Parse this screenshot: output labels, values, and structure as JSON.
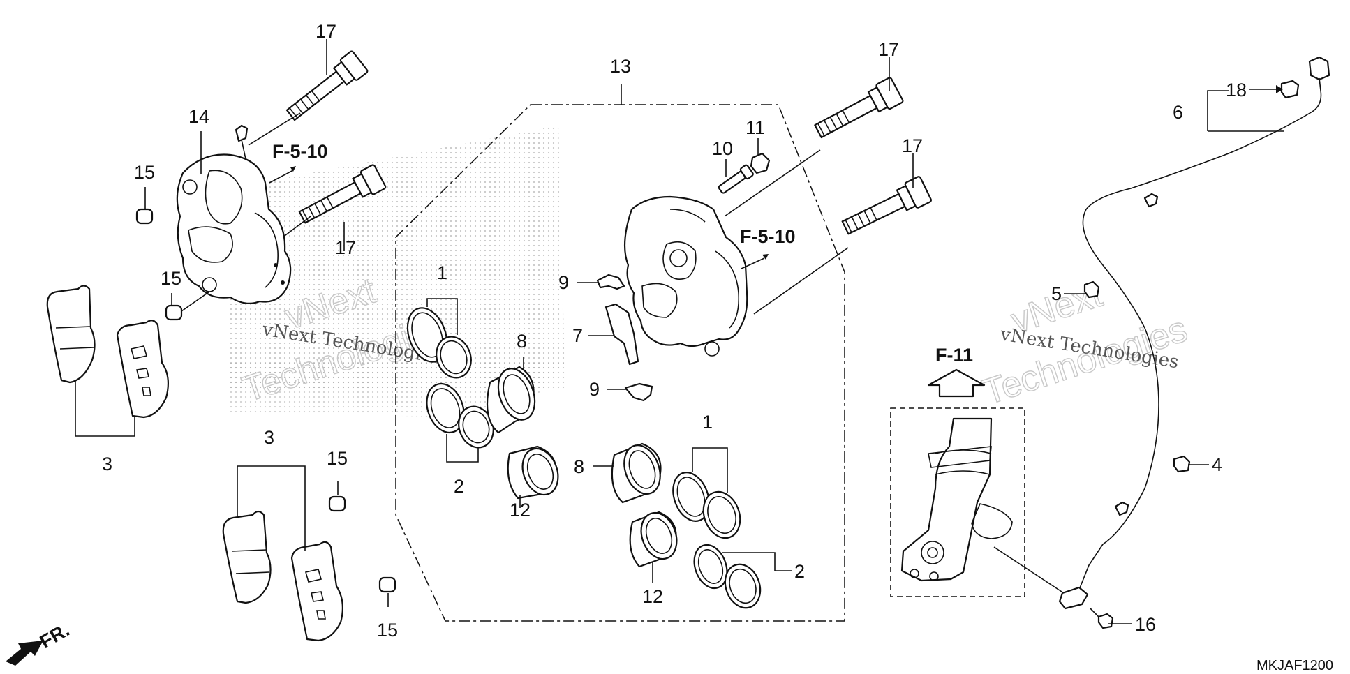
{
  "diagram": {
    "callouts": {
      "c1a": "1",
      "c1b": "1",
      "c2a": "2",
      "c2b": "2",
      "c3a": "3",
      "c3b": "3",
      "c4": "4",
      "c5": "5",
      "c6": "6",
      "c7": "7",
      "c8a": "8",
      "c8b": "8",
      "c9a": "9",
      "c9b": "9",
      "c10": "10",
      "c11": "11",
      "c12a": "12",
      "c12b": "12",
      "c13": "13",
      "c14": "14",
      "c15a": "15",
      "c15b": "15",
      "c15c": "15",
      "c15d": "15",
      "c16": "16",
      "c17a": "17",
      "c17b": "17",
      "c17c": "17",
      "c17d": "17",
      "c18": "18"
    },
    "references": {
      "ref_left": "F-5-10",
      "ref_right": "F-5-10",
      "ref_fork": "F-11"
    },
    "watermarks": {
      "small_left": "vNext Technologies",
      "small_right": "vNext Technologies",
      "big_left_1": "vNext",
      "big_left_2": "Technologies",
      "big_right_1": "vNext",
      "big_right_2": "Technologies"
    },
    "front_label": "FR.",
    "diagram_code": "MKJAF1200"
  }
}
